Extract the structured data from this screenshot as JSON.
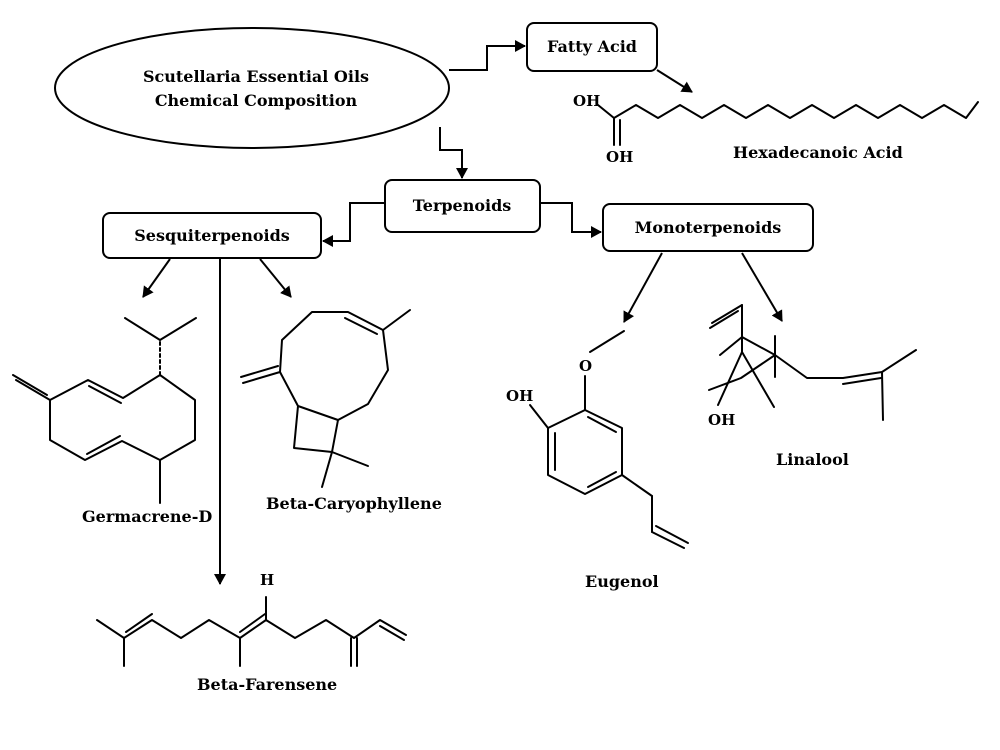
{
  "root": {
    "line1": "Scutellaria Essential Oils",
    "line2": "Chemical Composition"
  },
  "nodes": {
    "fatty_acid": "Fatty Acid",
    "terpenoids": "Terpenoids",
    "sesquiterpenoids": "Sesquiterpenoids",
    "monoterpenoids": "Monoterpenoids"
  },
  "molecules": {
    "hexadecanoic": "Hexadecanoic Acid",
    "germacrene": "Germacrene-D",
    "caryophyllene": "Beta-Caryophyllene",
    "farnesene": "Beta-Farensene",
    "eugenol": "Eugenol",
    "linalool": "Linalool"
  },
  "atoms": {
    "oh": "OH",
    "o": "O",
    "h": "H"
  }
}
